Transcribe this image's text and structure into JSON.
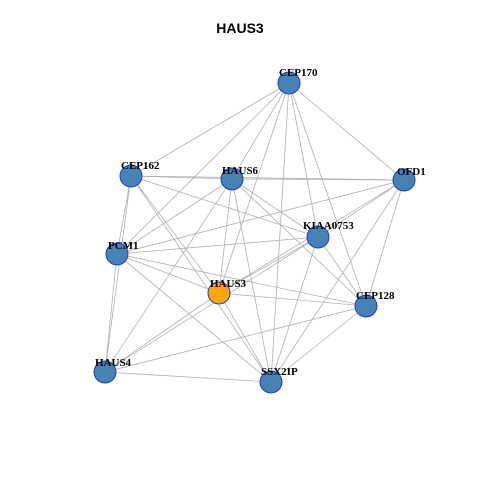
{
  "title": "HAUS3",
  "colors": {
    "node": "#4682b4",
    "focus_node": "#ffa500",
    "node_border": "#1f3fc8",
    "edge": "#b0b0b0"
  },
  "nodes": [
    {
      "id": "CEP170",
      "label": "CEP170",
      "focus": false
    },
    {
      "id": "CEP162",
      "label": "CEP162",
      "focus": false
    },
    {
      "id": "HAUS6",
      "label": "HAUS6",
      "focus": false
    },
    {
      "id": "OFD1",
      "label": "OFD1",
      "focus": false
    },
    {
      "id": "KIAA0753",
      "label": "KIAA0753",
      "focus": false
    },
    {
      "id": "PCM1",
      "label": "PCM1",
      "focus": false
    },
    {
      "id": "HAUS3",
      "label": "HAUS3",
      "focus": true
    },
    {
      "id": "CEP128",
      "label": "CEP128",
      "focus": false
    },
    {
      "id": "HAUS4",
      "label": "HAUS4",
      "focus": false
    },
    {
      "id": "SSX2IP",
      "label": "SSX2IP",
      "focus": false
    }
  ],
  "edges": [
    [
      "CEP170",
      "CEP162"
    ],
    [
      "CEP170",
      "HAUS6"
    ],
    [
      "CEP170",
      "OFD1"
    ],
    [
      "CEP170",
      "KIAA0753"
    ],
    [
      "CEP170",
      "PCM1"
    ],
    [
      "CEP170",
      "HAUS3"
    ],
    [
      "CEP170",
      "CEP128"
    ],
    [
      "CEP170",
      "SSX2IP"
    ],
    [
      "CEP162",
      "HAUS6"
    ],
    [
      "CEP162",
      "OFD1"
    ],
    [
      "CEP162",
      "KIAA0753"
    ],
    [
      "CEP162",
      "PCM1"
    ],
    [
      "CEP162",
      "HAUS3"
    ],
    [
      "CEP162",
      "HAUS4"
    ],
    [
      "CEP162",
      "SSX2IP"
    ],
    [
      "HAUS6",
      "OFD1"
    ],
    [
      "HAUS6",
      "KIAA0753"
    ],
    [
      "HAUS6",
      "PCM1"
    ],
    [
      "HAUS6",
      "HAUS3"
    ],
    [
      "HAUS6",
      "CEP128"
    ],
    [
      "HAUS6",
      "HAUS4"
    ],
    [
      "HAUS6",
      "SSX2IP"
    ],
    [
      "OFD1",
      "KIAA0753"
    ],
    [
      "OFD1",
      "PCM1"
    ],
    [
      "OFD1",
      "HAUS3"
    ],
    [
      "OFD1",
      "CEP128"
    ],
    [
      "OFD1",
      "SSX2IP"
    ],
    [
      "KIAA0753",
      "PCM1"
    ],
    [
      "KIAA0753",
      "HAUS3"
    ],
    [
      "KIAA0753",
      "CEP128"
    ],
    [
      "KIAA0753",
      "HAUS4"
    ],
    [
      "KIAA0753",
      "SSX2IP"
    ],
    [
      "PCM1",
      "HAUS3"
    ],
    [
      "PCM1",
      "CEP128"
    ],
    [
      "PCM1",
      "HAUS4"
    ],
    [
      "PCM1",
      "SSX2IP"
    ],
    [
      "HAUS3",
      "CEP128"
    ],
    [
      "HAUS3",
      "HAUS4"
    ],
    [
      "HAUS3",
      "SSX2IP"
    ],
    [
      "CEP128",
      "HAUS4"
    ],
    [
      "CEP128",
      "SSX2IP"
    ],
    [
      "HAUS4",
      "SSX2IP"
    ]
  ]
}
